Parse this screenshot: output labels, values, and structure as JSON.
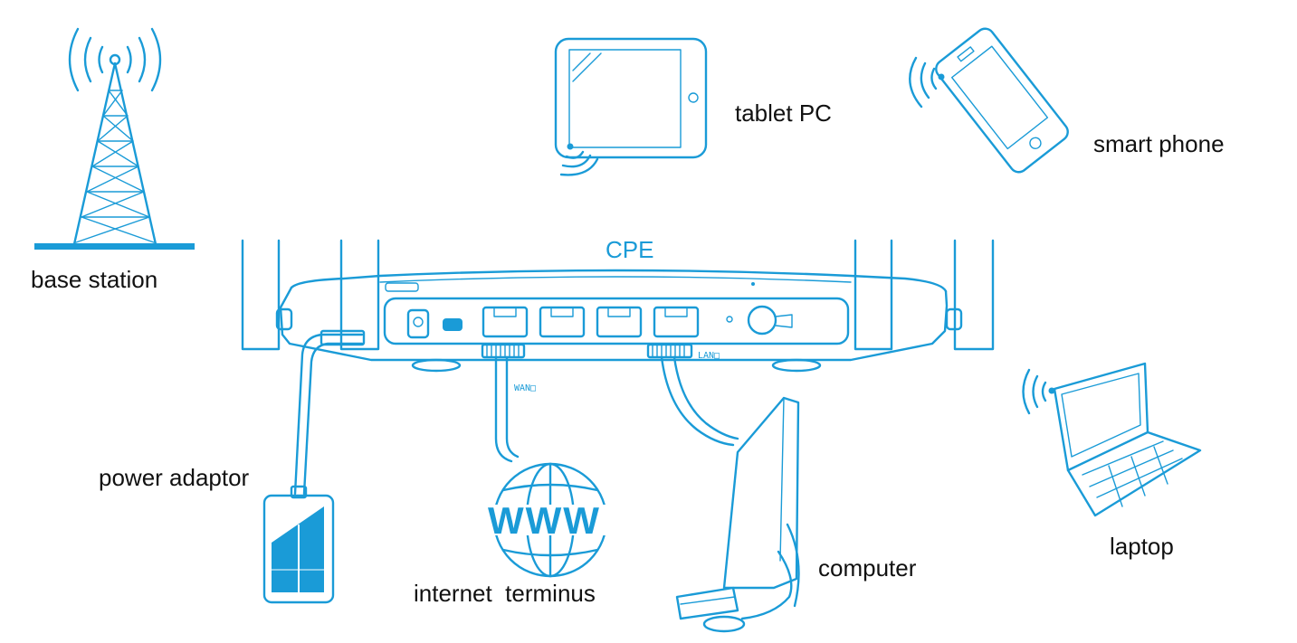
{
  "labels": {
    "base_station": "base station",
    "tablet_pc": "tablet PC",
    "smart_phone": "smart phone",
    "cpe": "CPE",
    "power_adaptor": "power adaptor",
    "internet_terminus": "internet  terminus",
    "computer": "computer",
    "laptop": "laptop",
    "www": "WWW"
  },
  "ports": {
    "wan": "WAN□",
    "lan": "LAN□"
  },
  "colors": {
    "line": "#1a9bd7",
    "text": "#111111",
    "background": "#ffffff"
  }
}
